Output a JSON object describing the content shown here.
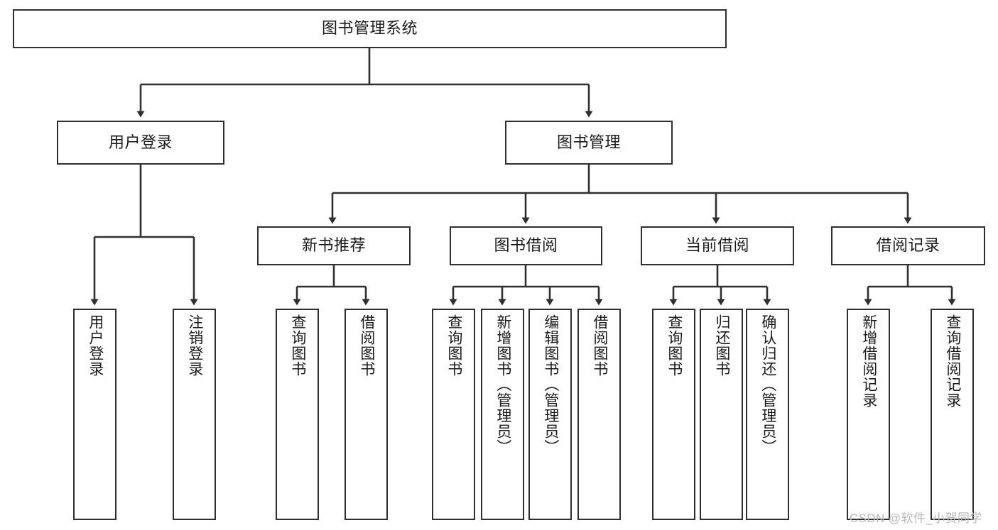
{
  "diagram": {
    "title": "图书管理系统",
    "type": "hierarchy-tree",
    "orientation": "top-down",
    "colors": {
      "box_border": "#2f2f2f",
      "box_fill": "#ffffff",
      "edge": "#2f2f2f",
      "text": "#1a1a1a",
      "watermark": "#b9b9b9",
      "background": "#ffffff"
    },
    "nodes": {
      "root": {
        "label": "图书管理系统",
        "level": 1
      },
      "level2": [
        {
          "id": "user-login",
          "label": "用户登录"
        },
        {
          "id": "book-management",
          "label": "图书管理"
        }
      ],
      "level3": [
        {
          "id": "new-book-recommend",
          "label": "新书推荐"
        },
        {
          "id": "book-borrow",
          "label": "图书借阅"
        },
        {
          "id": "current-borrow",
          "label": "当前借阅"
        },
        {
          "id": "borrow-record",
          "label": "借阅记录"
        }
      ],
      "leaves": {
        "user-login": [
          {
            "id": "leaf-user-login",
            "label": "用户登录"
          },
          {
            "id": "leaf-logout-login",
            "label": "注销登录"
          }
        ],
        "new-book-recommend": [
          {
            "id": "leaf-query-book-1",
            "label": "查询图书"
          },
          {
            "id": "leaf-borrow-book-1",
            "label": "借阅图书"
          }
        ],
        "book-borrow": [
          {
            "id": "leaf-query-book-2",
            "label": "查询图书"
          },
          {
            "id": "leaf-add-book",
            "label": "新增图书（管理员）"
          },
          {
            "id": "leaf-edit-book",
            "label": "编辑图书（管理员）"
          },
          {
            "id": "leaf-borrow-book-2",
            "label": "借阅图书"
          }
        ],
        "current-borrow": [
          {
            "id": "leaf-query-book-3",
            "label": "查询图书"
          },
          {
            "id": "leaf-return-book",
            "label": "归还图书"
          },
          {
            "id": "leaf-confirm-return",
            "label": "确认归还（管理员）"
          }
        ],
        "borrow-record": [
          {
            "id": "leaf-add-record",
            "label": "新增借阅记录"
          },
          {
            "id": "leaf-query-record",
            "label": "查询借阅记录"
          }
        ]
      }
    },
    "watermark": "CSDN @软件_小贺同学"
  }
}
